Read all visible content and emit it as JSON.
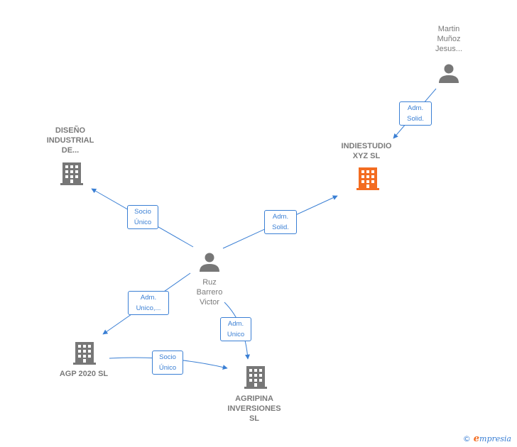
{
  "nodes": {
    "martin": {
      "name": "Martin\nMuñoz\nJesus...",
      "type": "person"
    },
    "indiestudio": {
      "name": "INDIESTUDIO\nXYZ  SL",
      "type": "company",
      "highlight": true
    },
    "diseno": {
      "name": "DISEÑO\nINDUSTRIAL\nDE...",
      "type": "company"
    },
    "ruz": {
      "name": "Ruz\nBarrero\nVictor",
      "type": "person"
    },
    "agp": {
      "name": "AGP 2020  SL",
      "type": "company"
    },
    "agripina": {
      "name": "AGRIPINA\nINVERSIONES\nSL",
      "type": "company"
    }
  },
  "edges": {
    "martin_indie": "Adm.\nSolid.",
    "ruz_indie": "Adm.\nSolid.",
    "ruz_diseno": "Socio\nÚnico",
    "ruz_agp": "Adm.\nUnico,...",
    "ruz_agripina": "Adm.\nUnico",
    "agp_agripina": "Socio\nÚnico"
  },
  "colors": {
    "edge": "#3a7fd4",
    "icon": "#777777",
    "highlight": "#f36c21"
  },
  "watermark": {
    "copyright": "©",
    "brand_initial": "e",
    "brand_rest": "mpresia"
  }
}
